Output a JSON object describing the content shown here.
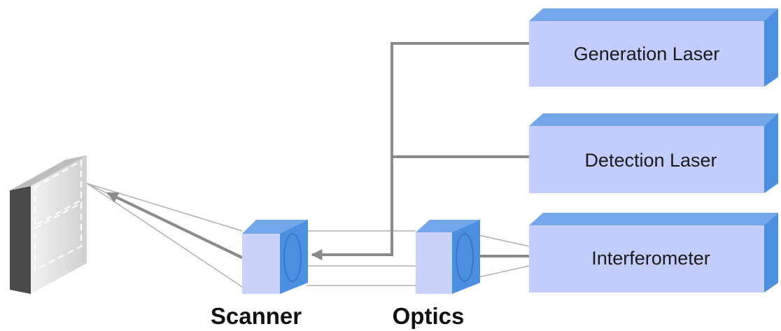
{
  "diagram": {
    "components": {
      "generation_laser": "Generation Laser",
      "detection_laser": "Detection Laser",
      "interferometer": "Interferometer",
      "scanner": "Scanner",
      "optics": "Optics"
    },
    "colors": {
      "box_front": "#c3cdfb",
      "box_top": "#74a7ea",
      "box_side": "#4b8fe0",
      "cube_front": "#c8d2fb",
      "cube_side": "#4b8fe0",
      "wire": "#8a8a8a",
      "thin_line": "#b0b0b0",
      "sample_front": "#e4e4e4",
      "sample_side": "#4a4a4a"
    }
  }
}
